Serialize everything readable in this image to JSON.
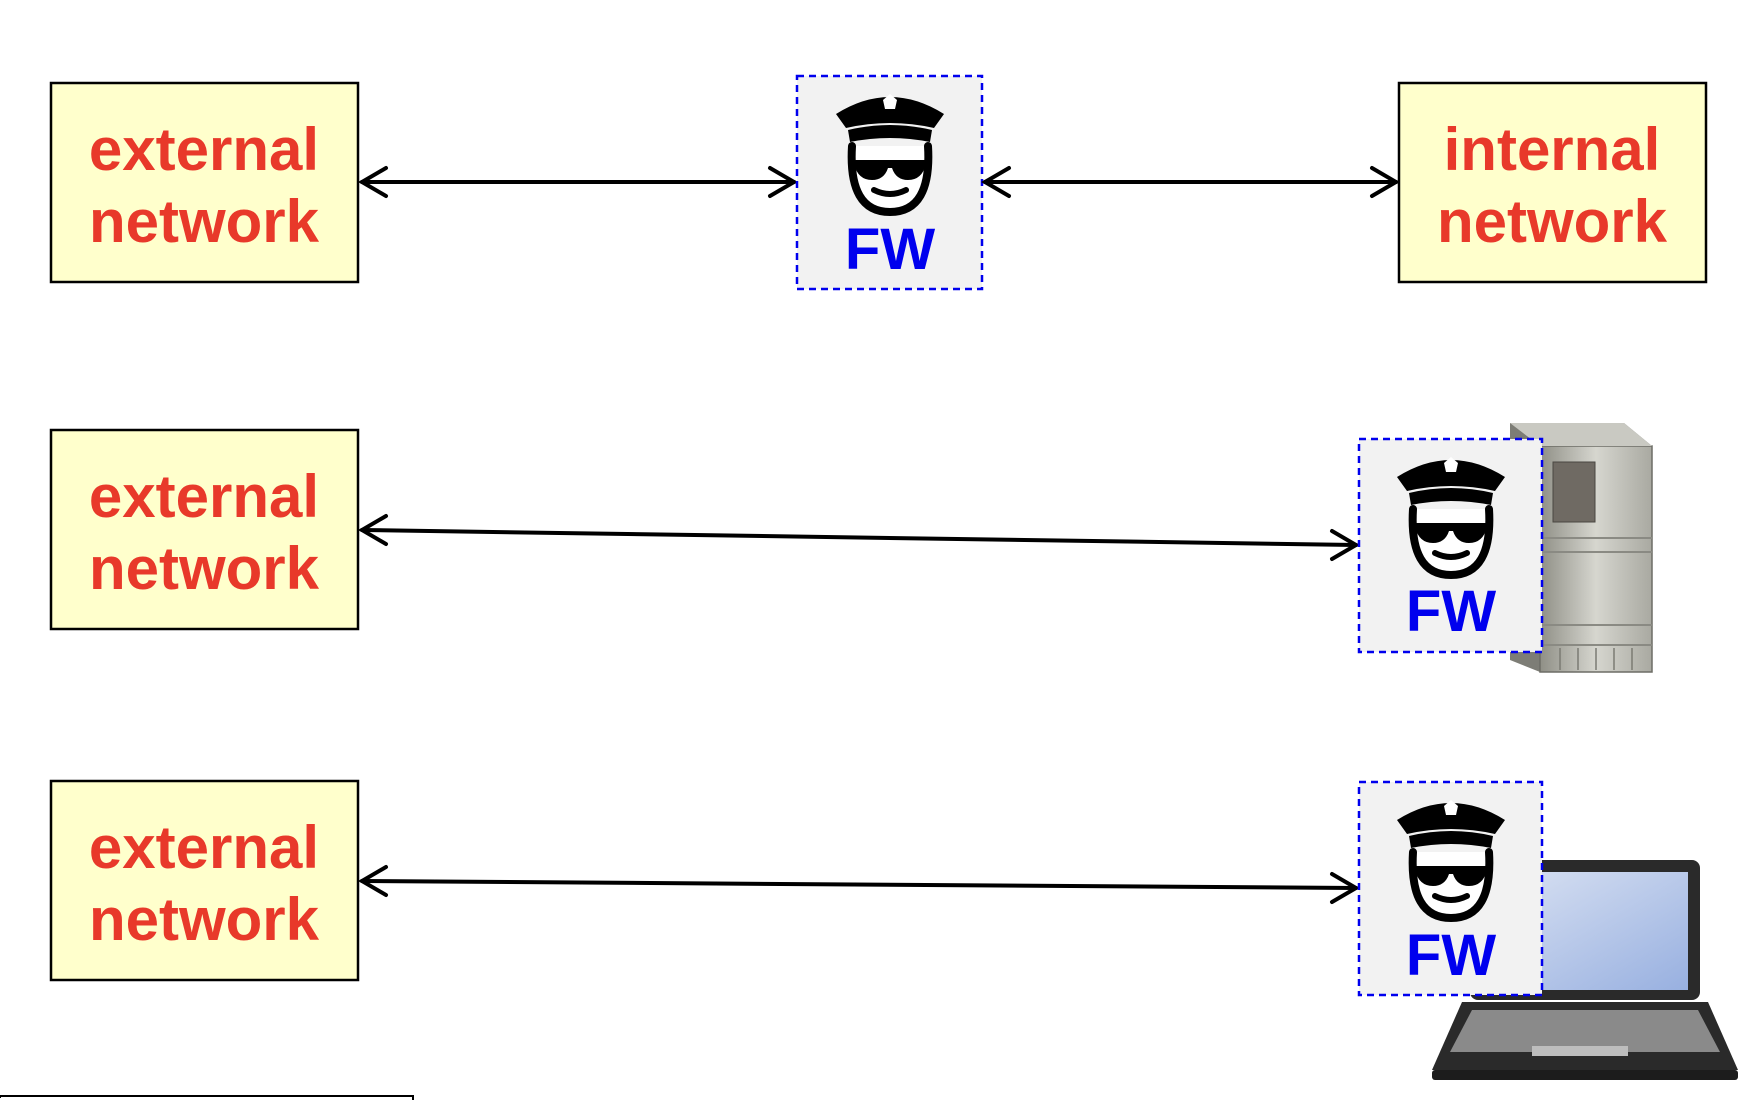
{
  "colors": {
    "network_box_fill": "#ffffcc",
    "network_text": "#e8392a",
    "fw_text": "#0000ee",
    "fw_border": "#0000ee",
    "fw_fill": "#f2f2f2",
    "line": "#000000"
  },
  "icons": {
    "guard": "police-officer-icon",
    "server": "server-tower-icon",
    "laptop": "laptop-icon"
  },
  "row1": {
    "left": {
      "line1": "external",
      "line2": "network"
    },
    "right": {
      "line1": "internal",
      "line2": "network"
    },
    "firewall": {
      "label": "FW"
    }
  },
  "row2": {
    "left": {
      "line1": "external",
      "line2": "network"
    },
    "firewall": {
      "label": "FW"
    }
  },
  "row3": {
    "left": {
      "line1": "external",
      "line2": "network"
    },
    "firewall": {
      "label": "FW"
    }
  }
}
